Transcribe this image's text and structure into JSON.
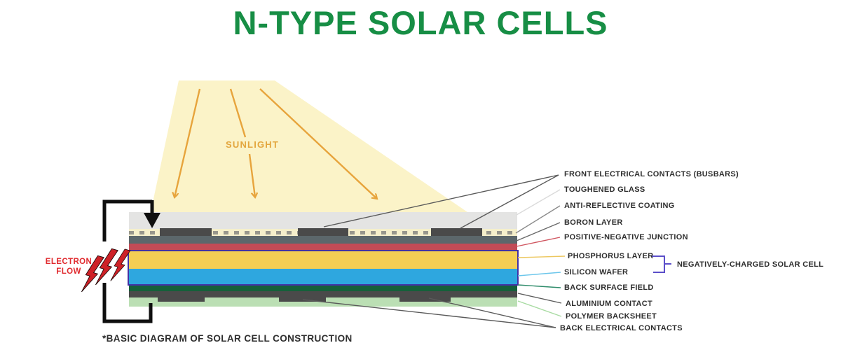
{
  "title": {
    "text": "N-TYPE SOLAR CELLS",
    "color": "#178E45"
  },
  "sunlight": {
    "label": "SUNLIGHT",
    "beam_color": "#FBF3C8",
    "arrow_color": "#E7A43C"
  },
  "electron_flow": {
    "line1": "ELECTRON",
    "line2": "FLOW",
    "color": "#E02A2E",
    "bolt_color": "#CE2127"
  },
  "caption": "*BASIC DIAGRAM OF SOLAR CELL CONSTRUCTION",
  "layers": [
    {
      "label": "FRONT ELECTRICAL CONTACTS (BUSBARS)",
      "color": "#4A4A4A"
    },
    {
      "label": "TOUGHENED GLASS",
      "color": "#E4E4E3"
    },
    {
      "label": "ANTI-REFLECTIVE COATING",
      "color": "#F5EFCB"
    },
    {
      "label": "BORON LAYER",
      "color": "#5C676B"
    },
    {
      "label": "POSITIVE-NEGATIVE JUNCTION",
      "color": "#C24B56"
    },
    {
      "label": "PHOSPHORUS LAYER",
      "color": "#F4CE54"
    },
    {
      "label": "SILICON WAFER",
      "color": "#2EA7DF"
    },
    {
      "label": "BACK SURFACE FIELD",
      "color": "#15603A"
    },
    {
      "label": "ALUMINIUM CONTACT",
      "color": "#4A4A4A"
    },
    {
      "label": "POLYMER BACKSHEET",
      "color": "#BBDFB4"
    },
    {
      "label": "BACK ELECTRICAL CONTACTS",
      "color": "#4A4A4A"
    }
  ],
  "annotation": {
    "label": "NEGATIVELY-CHARGED  SOLAR CELL",
    "bracket_color": "#5B4EC9"
  }
}
